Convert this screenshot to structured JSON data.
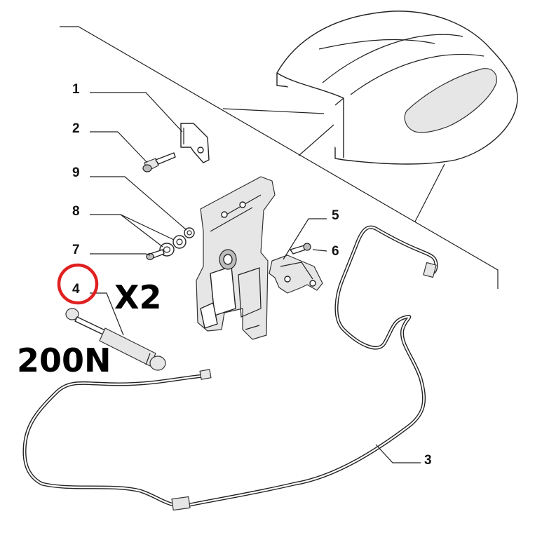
{
  "callouts": [
    "1",
    "2",
    "9",
    "8",
    "7",
    "4",
    "5",
    "6",
    "3"
  ],
  "annotations": {
    "quantity": "X2",
    "force": "200N"
  },
  "highlight_color": "#e02020"
}
